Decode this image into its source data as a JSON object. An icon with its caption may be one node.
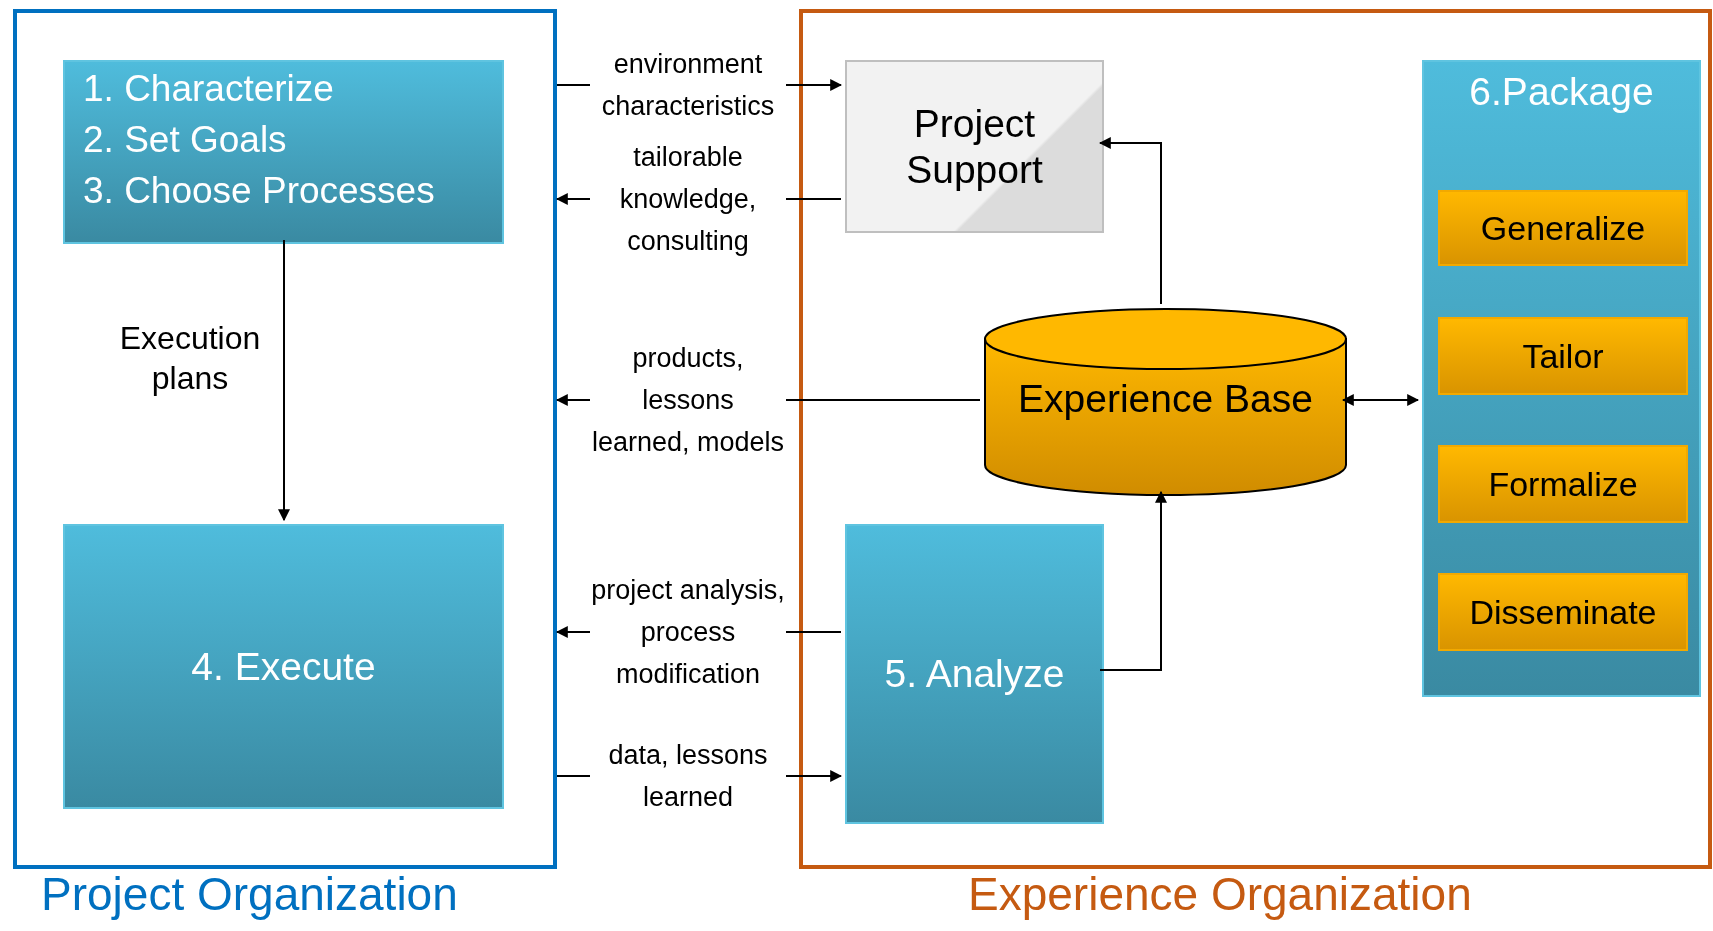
{
  "diagram": {
    "nodes": [
      {
        "text": [
          "Project Organization"
        ]
      },
      {
        "text": [
          "1. Characterize",
          "2. Set Goals",
          "3. Choose Processes"
        ],
        "in": 0
      },
      {
        "text": [
          "4. Execute"
        ],
        "in": 0
      },
      {
        "text": [
          "Experience Organization"
        ]
      },
      {
        "text": [
          "Project Support"
        ],
        "in": 3
      },
      {
        "text": [
          "Experience Base"
        ],
        "in": 3
      },
      {
        "text": [
          "5. Analyze"
        ],
        "in": 3
      },
      {
        "text": [
          "6.Package"
        ],
        "in": 3
      },
      {
        "text": [
          "Generalize"
        ],
        "in": 7
      },
      {
        "text": [
          "Tailor"
        ],
        "in": 7
      },
      {
        "text": [
          "Formalize"
        ],
        "in": 7
      },
      {
        "text": [
          "Disseminate"
        ],
        "in": 7
      }
    ],
    "edges": [
      {
        "from": 1,
        "to": 2,
        "arrow": "to",
        "label": "Execution plans"
      },
      {
        "from": 0,
        "to": 4,
        "arrow": "to",
        "label": "environment characteristics"
      },
      {
        "from": 4,
        "to": 0,
        "arrow": "to",
        "label": "tailorable knowledge, consulting"
      },
      {
        "from": 5,
        "to": 0,
        "arrow": "to",
        "label": "products, lessons learned, models"
      },
      {
        "from": 6,
        "to": 0,
        "arrow": "to",
        "label": "project analysis, process modification"
      },
      {
        "from": 0,
        "to": 6,
        "arrow": "to",
        "label": "data, lessons learned"
      },
      {
        "from": 5,
        "to": 4,
        "arrow": "to"
      },
      {
        "from": 6,
        "to": 5,
        "arrow": "to"
      },
      {
        "from": 5,
        "to": 7,
        "arrow": "both"
      }
    ]
  }
}
